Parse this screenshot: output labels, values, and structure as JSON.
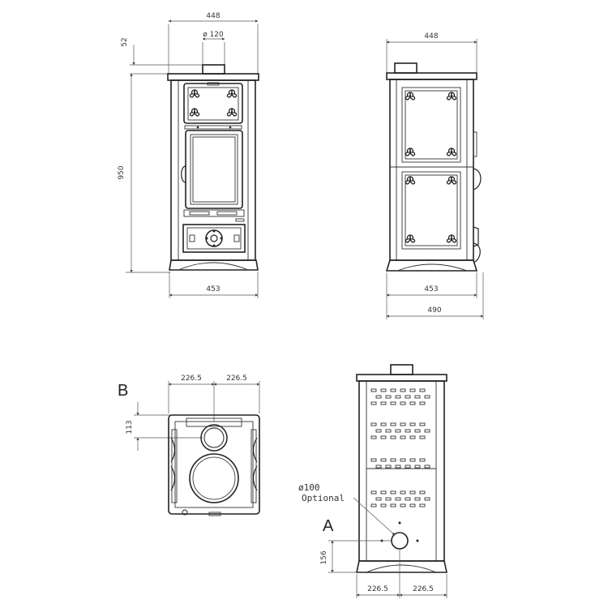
{
  "colors": {
    "line": "#222222",
    "dimension": "#555555",
    "background": "#ffffff"
  },
  "front_view": {
    "width_top": "448",
    "flue_diameter": "ø 120",
    "flue_height": "52",
    "height": "950",
    "width_base": "453"
  },
  "side_view": {
    "width_top": "448",
    "depth_base": "453",
    "depth_total": "490"
  },
  "top_view": {
    "label": "B",
    "offset_left": "226.5",
    "offset_right": "226.5",
    "flue_offset": "113"
  },
  "back_view": {
    "label": "A",
    "air_inlet_diameter": "ø100",
    "air_inlet_note": "Optional",
    "inlet_height": "156",
    "offset_left": "226.5",
    "offset_right": "226.5"
  }
}
